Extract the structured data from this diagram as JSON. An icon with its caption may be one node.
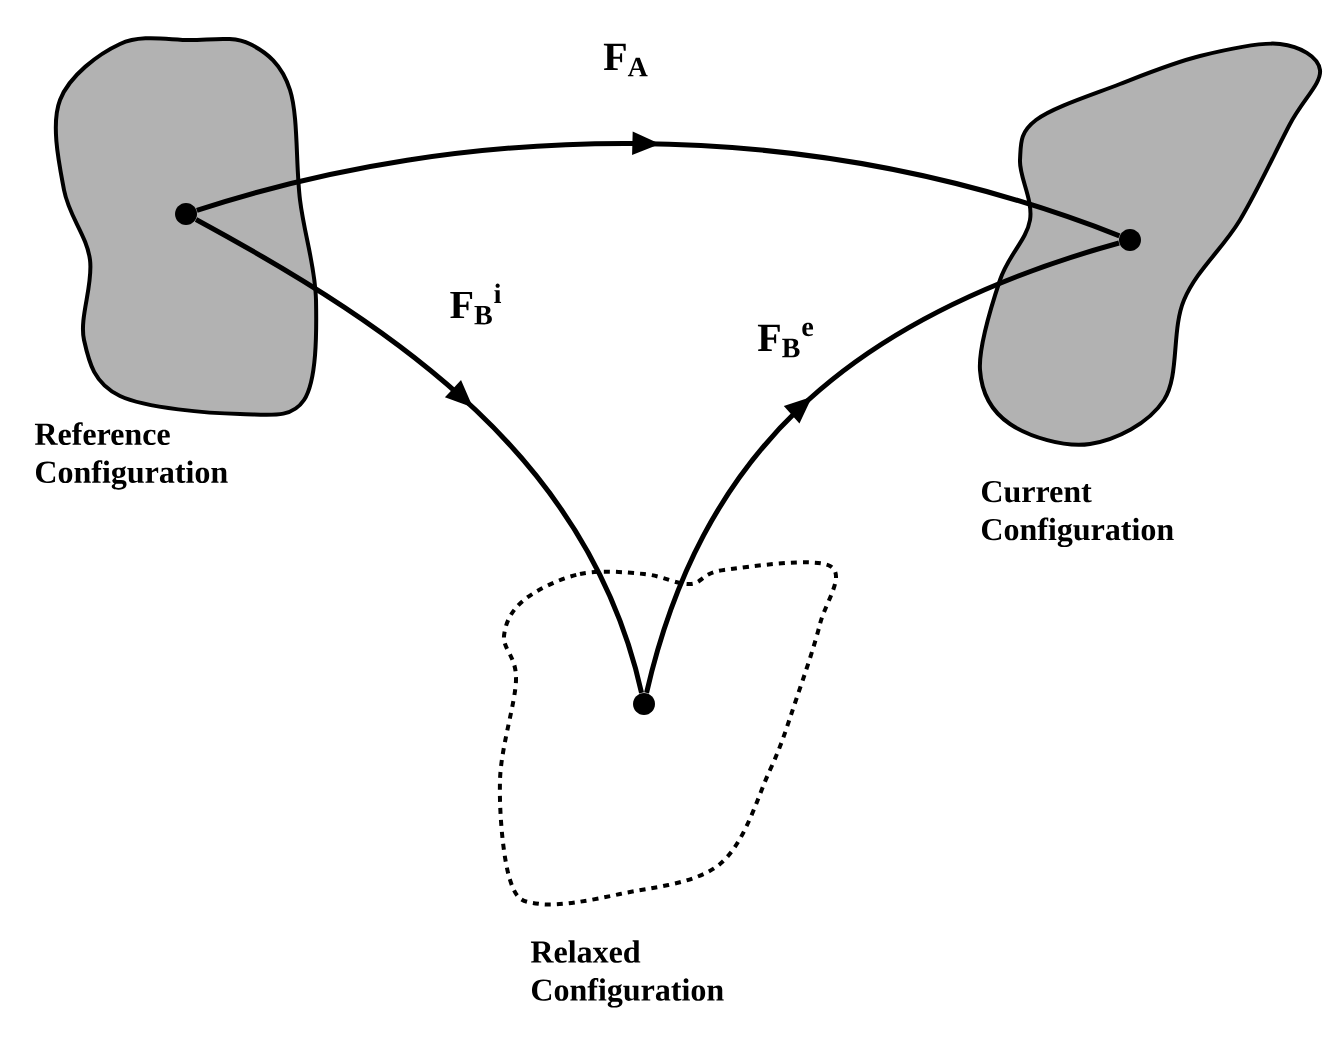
{
  "diagram": {
    "nodes": [
      {
        "text": [
          "Reference Configuration"
        ]
      },
      {
        "text": [],
        "shape": "circle",
        "in": 0
      },
      {
        "text": [
          "Current Configuration"
        ]
      },
      {
        "text": [],
        "shape": "circle",
        "in": 2
      },
      {
        "text": [
          "Relaxed Configuration"
        ]
      },
      {
        "text": [],
        "shape": "circle",
        "in": 4
      }
    ],
    "edges": [
      {
        "from": 1,
        "to": 3,
        "arrow": "to",
        "label": "F$_{A}$"
      },
      {
        "from": 1,
        "to": 5,
        "arrow": "to",
        "label": "F$_{B}$$^{i}$"
      },
      {
        "from": 5,
        "to": 3,
        "arrow": "to",
        "label": "F$_{B}$$^{e}$"
      }
    ]
  }
}
